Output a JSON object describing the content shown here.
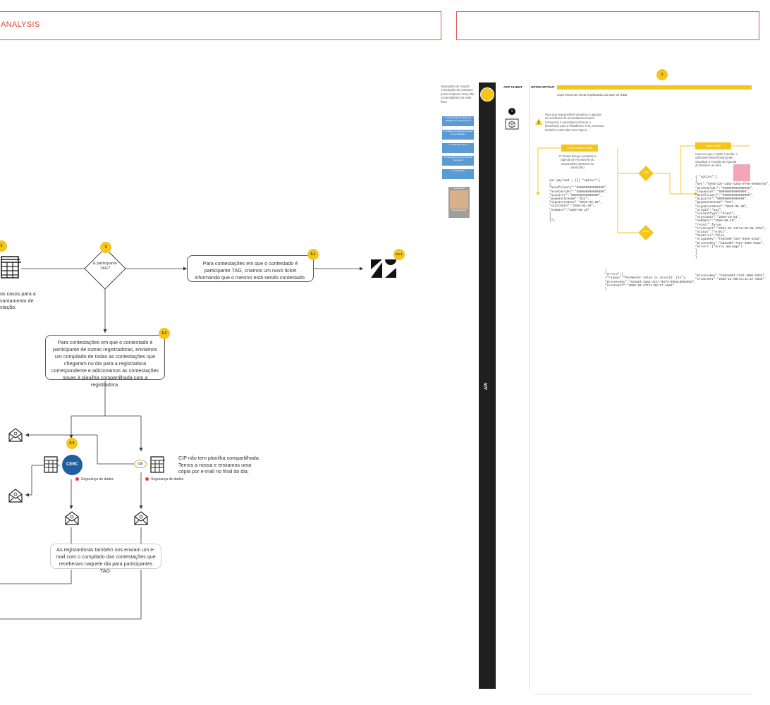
{
  "header": {
    "left_title": "ANALYSIS"
  },
  "left_flow": {
    "badge_3": "3",
    "badge_decision": "3",
    "decision_text": "É participante TAG?",
    "left_caption_lines": [
      "os casos para a",
      "vantamento de",
      "stação."
    ],
    "box_51_text": "Para contestações em que o contestado é participante TAG, criamos um novo ticket informando que o mesmo está sendo contestado.",
    "badge_51": "5.1",
    "badge_511": "5.1.1",
    "box_52_text": "Para contestações em que o contestado é participante de outras registradoras, enviamos um compilado de todas as contestações que chegaram no dia para a registradora correspondente e adicionamos as contestações novas à planilha compartilhada com a registradora.",
    "badge_52": "5.2",
    "badge_53": "5.3",
    "cerc_label": "CERC",
    "cip_label": "cip",
    "security_left": "Segurança de dados",
    "security_right": "Segurança de dados",
    "cip_note": "CIP não tem planilha compartilhada. Temos a nossa e enviamos uma cópia por e-mail no final do dia.",
    "bottom_box_text": "As registardoras também nos enviam um e-mail com o compilado das contestações que receberam naquele dia para participantes TAG."
  },
  "right_panel": {
    "top_badge": "1",
    "side_label": "API",
    "col_app_client": "APP-CLIENT",
    "col_optin": "OPTIN OPTOUT",
    "subtitle": "Aqui entra um texto explicando do que se trata",
    "ops_note": "Operações de criação (Averbação de contratos pelos Credores TAG) são contempladas por esse fluxo",
    "warning_note": "Para que seja possível visualizar a agenda de recebíveis de um Estabelecimento Comercial, é necessário informar o beneficiary para a Plataforma TAG, processo também conhecido como Opt-in.",
    "step_badge": "1",
    "blue_boxes": [
      "7.1 Informação de dúvidas de Validação de Credenciamento",
      "5.1 Criação pendente de processo de reconciliação",
      "7.2 Notificação Opt-in",
      "5.3 Recebimento de Opt-Out de Recebíveis",
      "7.3 Notificação"
    ],
    "photo_caption": "Responsável",
    "photo_name": "Nome da Pessoa",
    "create_optin_label": "Credor solicita Optin",
    "create_optin_desc": "O Credor deseja visualizar a agenda de Recebíveis do assetHolder (detentor do ativo/URs)",
    "optin_accept_label": "Optin aceito",
    "optin_accept_desc": "Uma vez que o Optin é aceito, o solicitante (beneficiary) pode visualizar a Posição de Agenda do detentor do ativo.",
    "diamond1_label": "Valida",
    "diamond2_label": "Rejeita",
    "code_request": "var payload = {[{ \"optins\":[\n{\n\"beneficiary\":\"999999999999999\",\n\"assetHolder\":\"999999999999999\",\n\"acquirer\":\"999999999999999\",\n\"paymentScheme\":\"GCC\",\n\"signatureDate\":\"2020-05-20\",\n\"startDate\":\"2020-05-20\",\n\"endDate\":\"2020-06-15\"\n}\n]\n}\"}",
    "code_response": "{ \"optins\":[\n{\n\"key\":\"5ee47137-ca63-426d-9f95-9e0a5754\",\n\"assetHolder\":\"999999999999999\",\n\"requester\":\"999999999999999\",\n\"beneficiary\":\"999999999999999\",\n\"acquirer\":\"999999999999999\",\n\"paymentScheme\":\"VCC\",\n\"signatureDate\":\"2020-05-20\",\n\"origin\":\"api\",\n\"consentType\":\"Grant\",\n\"startDate\":\"2020-10-01\",\n\"endDate\":\"2020-09-28\",\n\"reject\":false,\n\"createdAt\":\"2021-02-11T11:39:30.175Z\",\n\"status\":\"reject\",\n\"hasError\":false,\n\"originKey\":\"f46ce80-72a7-489e-b252\",\n\"processKey\":\"ad2cd0f-72a7-489e-b252\",\n\"errors\":[\"error message\"]\n}\n]\n}",
    "code_error": "{\n\"errors\":[\n{\"reason\":\"Parameter value is invalid: [2]\"},\n\"processKey\":\"a25a64-3aaa-4c17-0af3-996acab5e0dd\",\n\"createdAt\":\"2020-06-27T11:08:17.aa6Z\"\n}",
    "code_process": "\"processKey\":\"4e0ca007-72a7-489e-b252\",\n\"createdAt\":\"2020-12-08T14:42:27.534Z\""
  },
  "colors": {
    "accent": "#f6c51b",
    "header_border": "#d9534f",
    "header_text": "#d9472b",
    "cerc": "#1f5f9e",
    "api_bar": "#1f1f1f",
    "step_blue": "#5b9bd5",
    "alert_red": "#e63946"
  },
  "icons": [
    "spreadsheet-icon",
    "zendesk-icon",
    "mail-icon",
    "cerc-logo",
    "cip-logo",
    "warning-icon",
    "cube-icon"
  ]
}
